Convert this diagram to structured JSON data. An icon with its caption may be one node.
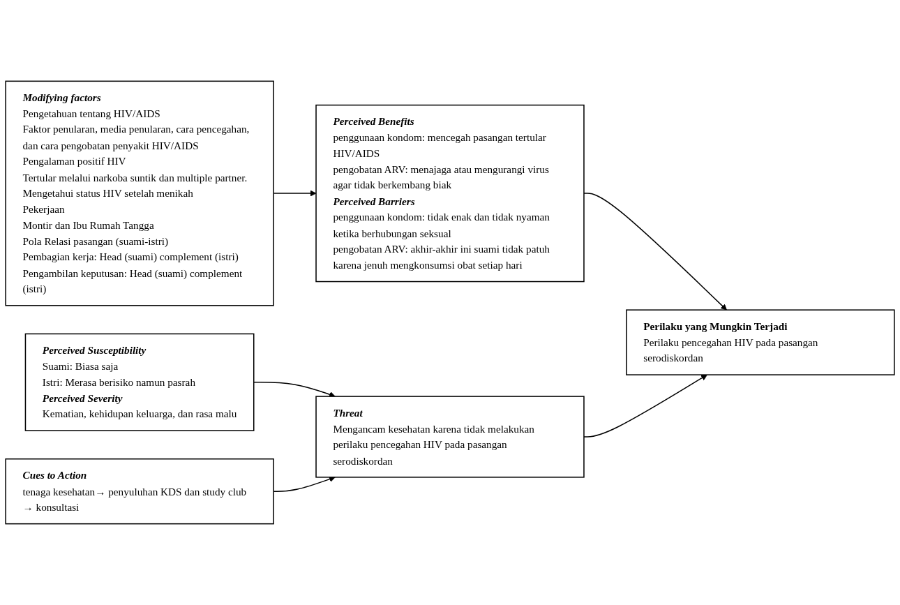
{
  "diagram": {
    "nodes": [
      {
        "text": [
          "Modifying factors",
          "Pengetahuan tentang HIV/AIDS",
          "Faktor penularan, media penularan, cara pencegahan, dan cara pengobatan penyakit HIV/AIDS",
          "Pengalaman positif HIV",
          "Tertular melalui narkoba suntik dan multiple partner. Mengetahui status HIV setelah menikah",
          "Pekerjaan",
          "Montir dan Ibu Rumah Tangga",
          "Pola Relasi pasangan (suami-istri)",
          "Pembagian kerja: Head (suami) complement (istri)",
          "Pengambilan keputusan: Head (suami) complement (istri)"
        ]
      },
      {
        "text": [
          "Perceived Benefits",
          "penggunaan kondom: mencegah pasangan tertular HIV/AIDS",
          "pengobatan ARV: menajaga atau mengurangi virus agar tidak berkembang biak",
          "Perceived Barriers",
          "penggunaan kondom: tidak enak dan tidak nyaman ketika berhubungan seksual",
          "pengobatan ARV: akhir-akhir ini suami tidak patuh karena jenuh mengkonsumsi obat setiap hari"
        ]
      },
      {
        "text": [
          "Perceived Susceptibility",
          "Suami: Biasa saja",
          "Istri: Merasa berisiko namun pasrah",
          "Perceived Severity",
          "Kematian, kehidupan keluarga, dan rasa malu"
        ]
      },
      {
        "text": [
          "Threat",
          "Mengancam kesehatan karena tidak melakukan perilaku pencegahan HIV pada pasangan serodiskordan"
        ]
      },
      {
        "text": [
          "Perilaku yang Mungkin Terjadi",
          "Perilaku pencegahan HIV pada pasangan serodiskordan"
        ]
      },
      {
        "text": [
          "Cues to Action",
          "tenaga kesehatan→ penyuluhan KDS dan study club → konsultasi"
        ]
      }
    ],
    "edges": [
      {
        "from": 0,
        "to": 1,
        "arrow": "to"
      },
      {
        "from": 1,
        "to": 4,
        "arrow": "to"
      },
      {
        "from": 2,
        "to": 3,
        "arrow": "to"
      },
      {
        "from": 3,
        "to": 4,
        "arrow": "to"
      },
      {
        "from": 5,
        "to": 3,
        "arrow": "to"
      }
    ]
  }
}
